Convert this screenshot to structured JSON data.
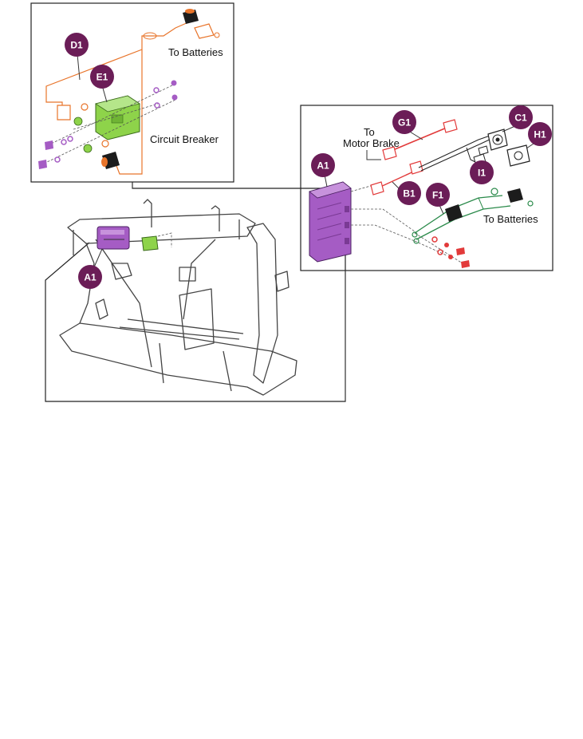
{
  "colors": {
    "badge": "#6b1d57",
    "orange": "#e8742a",
    "green_light": "#8ed34a",
    "purple": "#a55cc4",
    "red": "#e23a3a",
    "green_dark": "#2a8a4a"
  },
  "badges": {
    "d1": "D1",
    "e1": "E1",
    "a1_main": "A1",
    "a1_detail": "A1",
    "g1": "G1",
    "c1": "C1",
    "h1": "H1",
    "b1": "B1",
    "f1": "F1",
    "i1": "I1"
  },
  "labels": {
    "to_batteries_top": "To Batteries",
    "circuit_breaker": "Circuit Breaker",
    "to_motor_brake_line1": "To",
    "to_motor_brake_line2": "Motor Brake",
    "to_batteries_right": "To Batteries"
  }
}
